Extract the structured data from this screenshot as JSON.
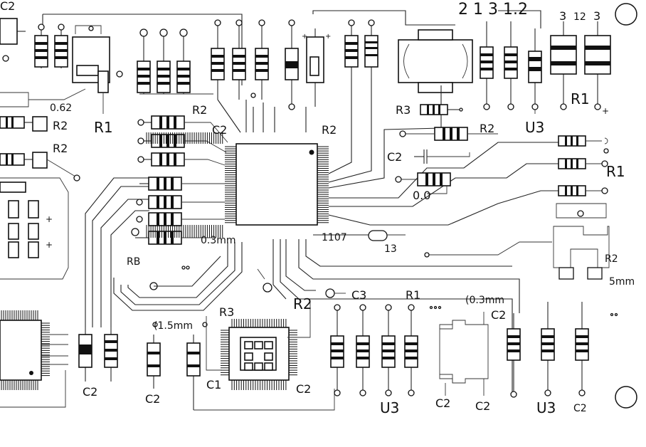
{
  "title_note": "2 1 3 1.2",
  "labels": {
    "c2_tl": "C2",
    "d_062": "0.62",
    "r1_left": "R1",
    "r2_left_a": "R2",
    "r2_left_b": "R2",
    "r2_top": "R2",
    "c2_mid": "C2",
    "r2_mid": "R2",
    "r3_right": "R3",
    "r2_right": "R2",
    "u3_top": "U3",
    "c2_right": "C2",
    "v_00": "0.0",
    "n3_a": "3",
    "n12": "12",
    "n3_b": "3",
    "r1_tr": "R1",
    "r1_mr": "R1",
    "w_03mm": "0.3mm",
    "rb": "RB",
    "p_1107": "1107",
    "n13": "13",
    "r2_br": "R2",
    "mm5": "5mm",
    "d_15mm": "(1.5mm",
    "r3_low": "R3",
    "r2_low": "R2",
    "c1_low": "C1",
    "c2_low_chip": "C2",
    "c3_low": "C3",
    "r1_low": "R1",
    "p_03mm": "(0.3mm",
    "c2_low_r": "C2",
    "u3_bot_a": "U3",
    "c2_bot_a": "C2",
    "c2_bot_b": "C2",
    "u3_bot_b": "U3",
    "c2_bot_c": "C2",
    "c2_bl_a": "C2",
    "c2_bl_b": "C2"
  }
}
